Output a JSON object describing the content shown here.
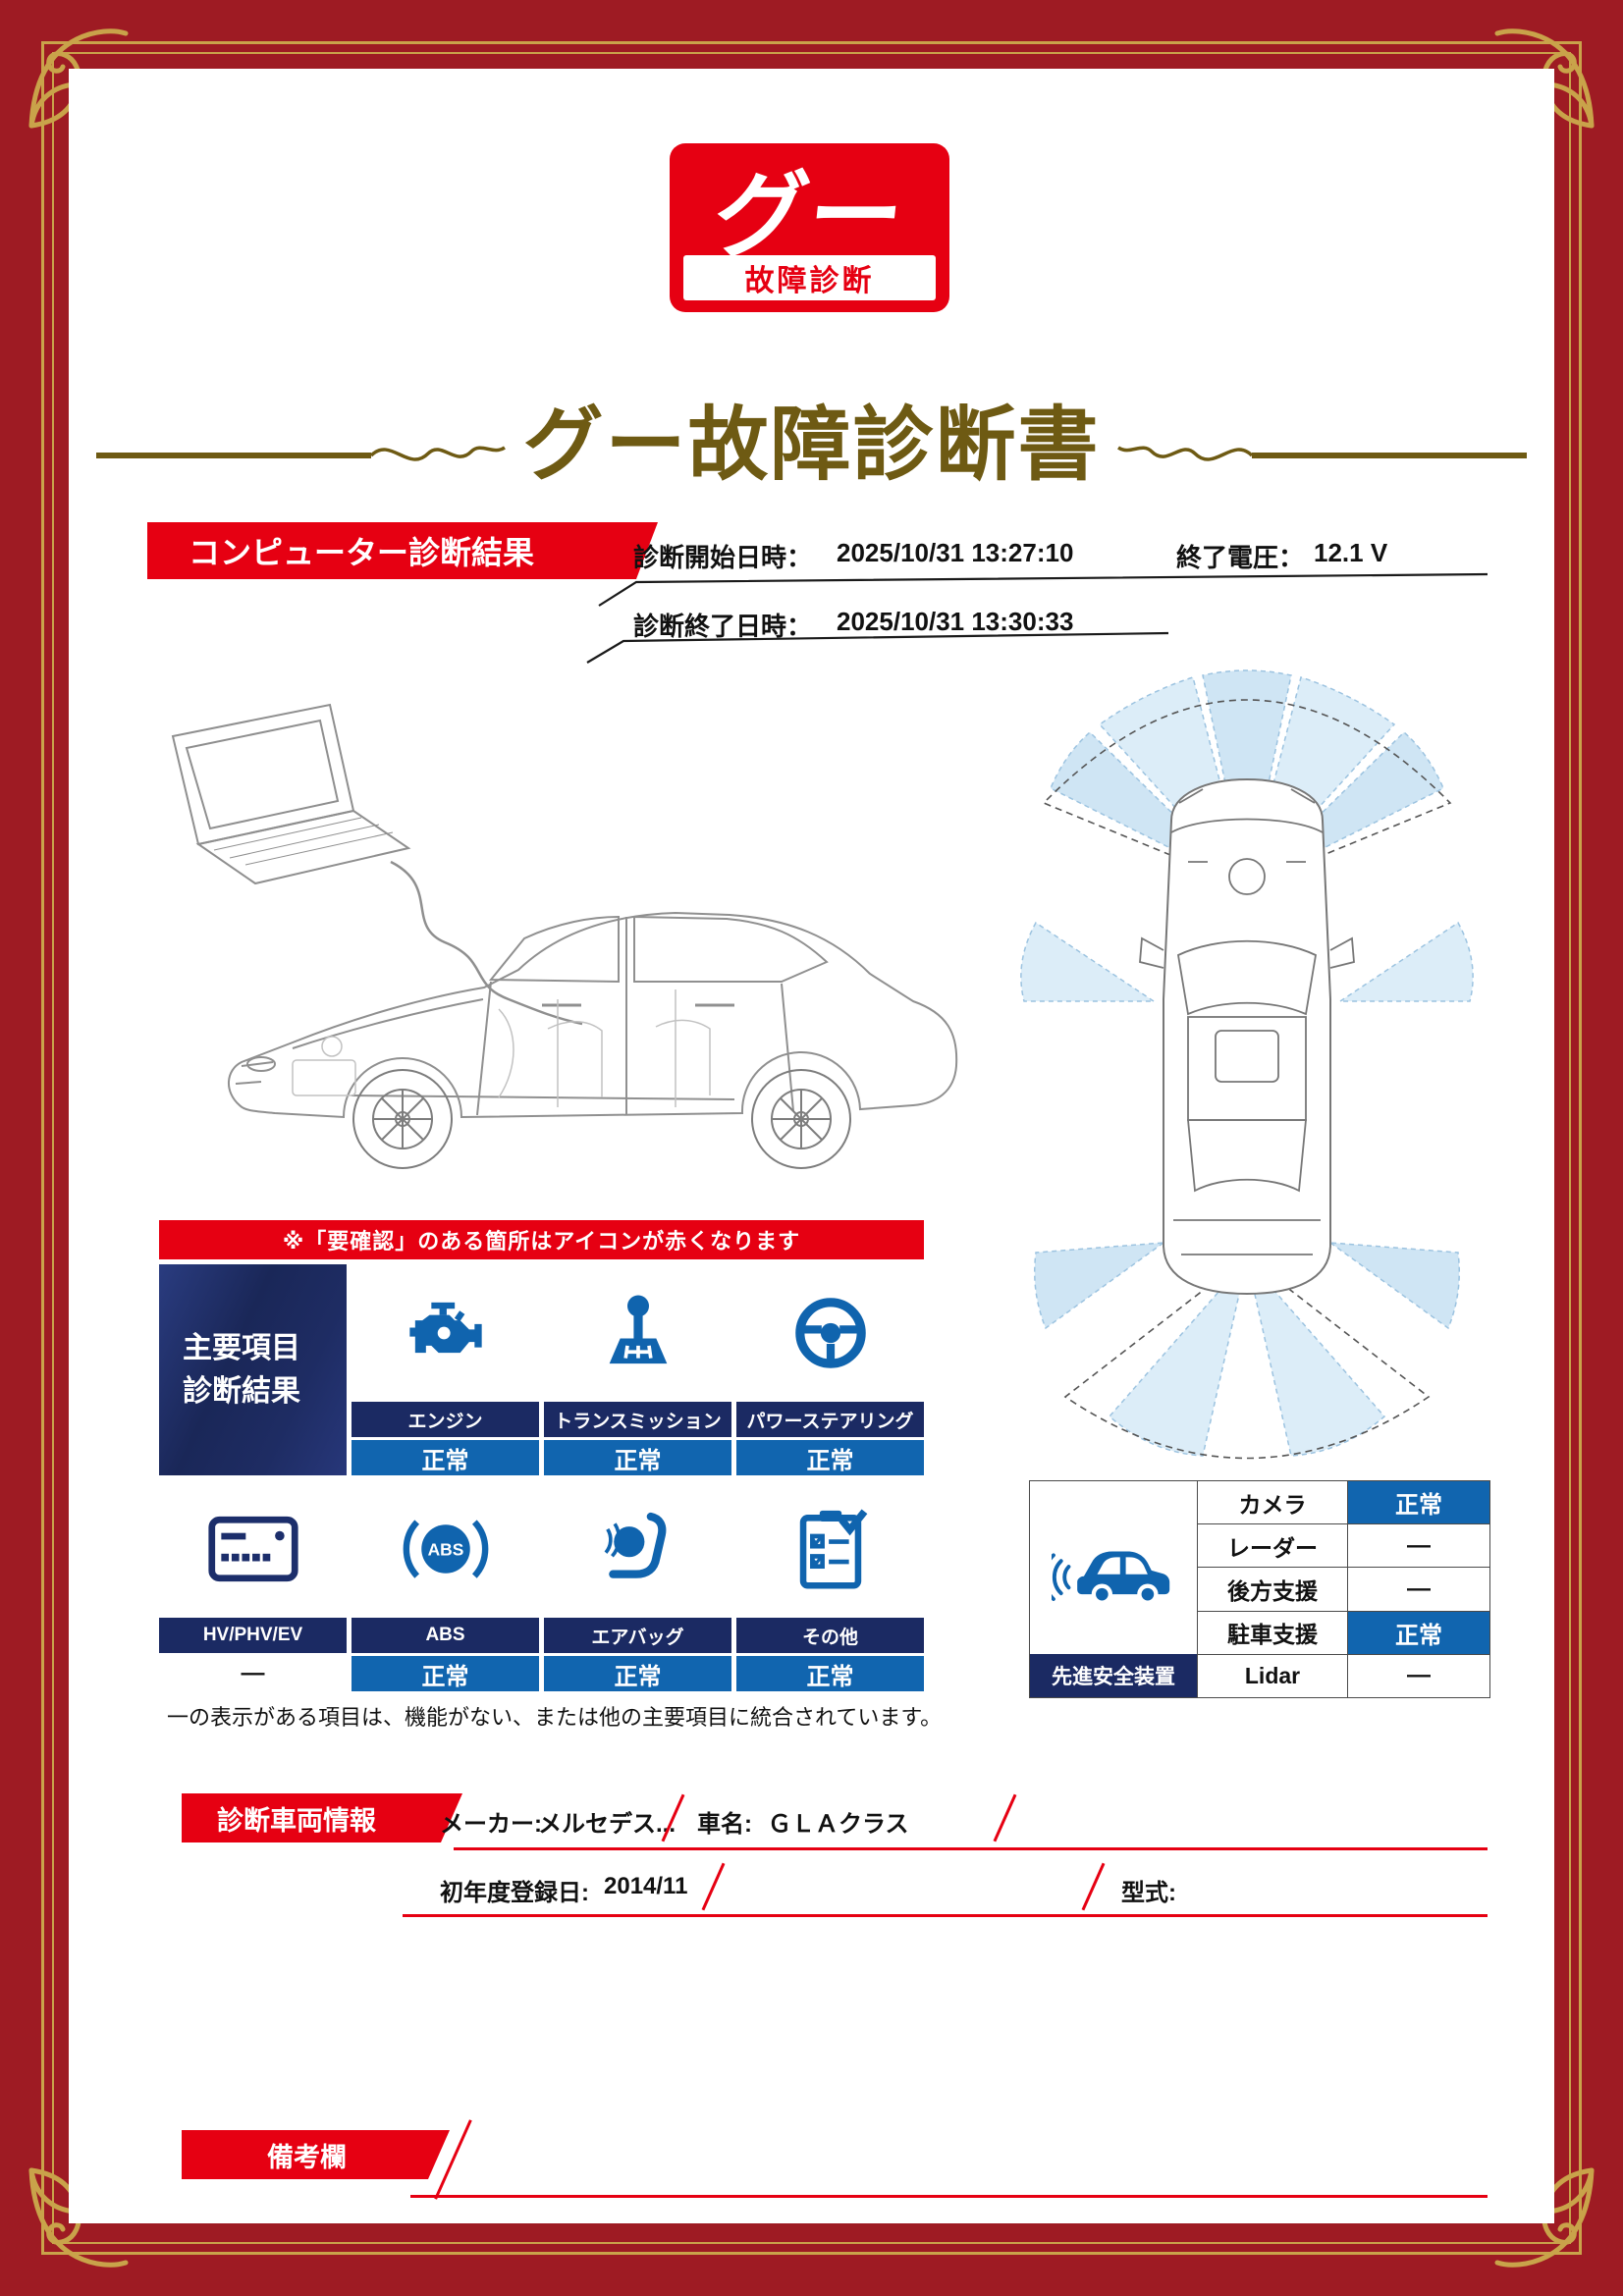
{
  "logo": {
    "main": "グー",
    "sub": "故障診断"
  },
  "title": "グー故障診断書",
  "computer_diagnosis": {
    "banner": "コンピューター診断結果",
    "start_label": "診断開始日時：",
    "start_value": "2025/10/31 13:27:10",
    "voltage_label": "終了電圧：",
    "voltage_value": "12.1 V",
    "end_label": "診断終了日時：",
    "end_value": "2025/10/31 13:30:33"
  },
  "notice": "※「要確認」のある箇所はアイコンが赤くなります",
  "main_items": {
    "header_line1": "主要項目",
    "header_line2": "診断結果",
    "items": [
      {
        "icon": "engine-icon",
        "label": "エンジン",
        "status": "正常"
      },
      {
        "icon": "transmission-icon",
        "label": "トランスミッション",
        "status": "正常"
      },
      {
        "icon": "power-steering-icon",
        "label": "パワーステアリング",
        "status": "正常"
      },
      {
        "icon": "hv-phv-ev-icon",
        "label": "HV/PHV/EV",
        "status": "—"
      },
      {
        "icon": "abs-icon",
        "label": "ABS",
        "status": "正常"
      },
      {
        "icon": "airbag-icon",
        "label": "エアバッグ",
        "status": "正常"
      },
      {
        "icon": "other-icon",
        "label": "その他",
        "status": "正常"
      }
    ],
    "footnote": "一の表示がある項目は、機能がない、または他の主要項目に統合されています。"
  },
  "safety_devices": {
    "label": "先進安全装置",
    "rows": [
      {
        "label": "カメラ",
        "status": "正常"
      },
      {
        "label": "レーダー",
        "status": "—"
      },
      {
        "label": "後方支援",
        "status": "—"
      },
      {
        "label": "駐車支援",
        "status": "正常"
      },
      {
        "label": "Lidar",
        "status": "—"
      }
    ]
  },
  "vehicle_info": {
    "banner": "診断車両情報",
    "maker_label": "メーカー:",
    "maker_value": "メルセデス...",
    "name_label": "車名:",
    "name_value": "ＧＬＡクラス",
    "first_reg_label": "初年度登録日:",
    "first_reg_value": "2014/11",
    "model_label": "型式:"
  },
  "remarks": {
    "banner": "備考欄"
  },
  "icons": {
    "abs_text": "ABS"
  },
  "colors": {
    "accent_red": "#e60012",
    "navy": "#1b2a63",
    "status_blue": "#1165af",
    "title_gold": "#6e5a13"
  }
}
